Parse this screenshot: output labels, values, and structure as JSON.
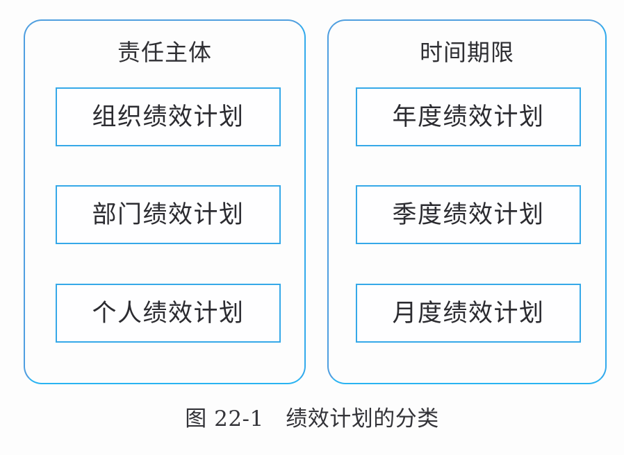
{
  "figure": {
    "caption": "图 22-1　绩效计划的分类",
    "background_color": "#fdfdfd",
    "accent_color": "#35a8e8",
    "panel_border_color": "#3fa9e5",
    "text_color": "#2b2b30"
  },
  "panels": [
    {
      "id": "responsibility-subject",
      "title": "责任主体",
      "items": [
        {
          "label": "组织绩效计划"
        },
        {
          "label": "部门绩效计划"
        },
        {
          "label": "个人绩效计划"
        }
      ]
    },
    {
      "id": "time-horizon",
      "title": "时间期限",
      "items": [
        {
          "label": "年度绩效计划"
        },
        {
          "label": "季度绩效计划"
        },
        {
          "label": "月度绩效计划"
        }
      ]
    }
  ]
}
